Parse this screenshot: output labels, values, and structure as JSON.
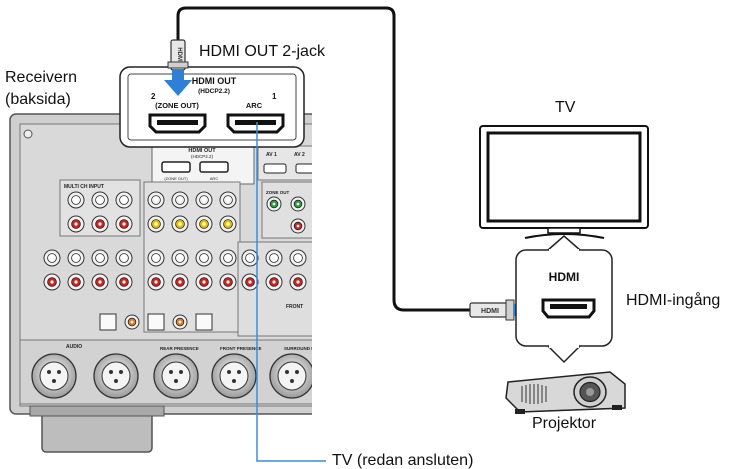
{
  "labels": {
    "hdmi_out_jack": "HDMI OUT 2-jack",
    "receiver_line1": "Receivern",
    "receiver_line2": "(baksida)",
    "tv": "TV",
    "hdmi_input": "HDMI-ingång",
    "projector": "Projektor",
    "tv_connected": "TV (redan ansluten)"
  },
  "callout": {
    "title": "HDMI OUT",
    "subtitle": "(HDCP2.2)",
    "port2_number": "2",
    "port2_name": "(ZONE OUT)",
    "port1_number": "1",
    "port1_name": "ARC"
  },
  "projector_callout": {
    "title": "HDMI"
  },
  "cable_plug_text": "HDMI",
  "panel_text": {
    "hdmi_out_title": "HDMI OUT",
    "hdmi_out_sub": "(HDCP2.2)",
    "zone_out": "(ZONE OUT)",
    "arc": "ARC",
    "av1": "AV 1",
    "av2": "AV 2",
    "multi_ch": "MULTI CH INPUT",
    "zone_out_right": "ZONE OUT",
    "front": "FRONT",
    "rear_presence": "REAR PRESENCE",
    "front_presence": "FRONT PRESENCE",
    "surround_back": "SURROUND BACK",
    "audio": "AUDIO"
  },
  "colors": {
    "arrow_blue": "#2f7fd6",
    "cable_line_blue": "#3a8fd8",
    "panel_gray": "#c8c8c8",
    "jack_red": "#d02020",
    "jack_yellow": "#e6c400",
    "jack_green": "#2a9a3a",
    "jack_orange": "#e07820"
  },
  "icons": [
    "hdmi-plug-icon",
    "arrow-down-icon",
    "arrow-right-icon",
    "tv-icon",
    "projector-icon",
    "receiver-rear-panel-icon"
  ]
}
